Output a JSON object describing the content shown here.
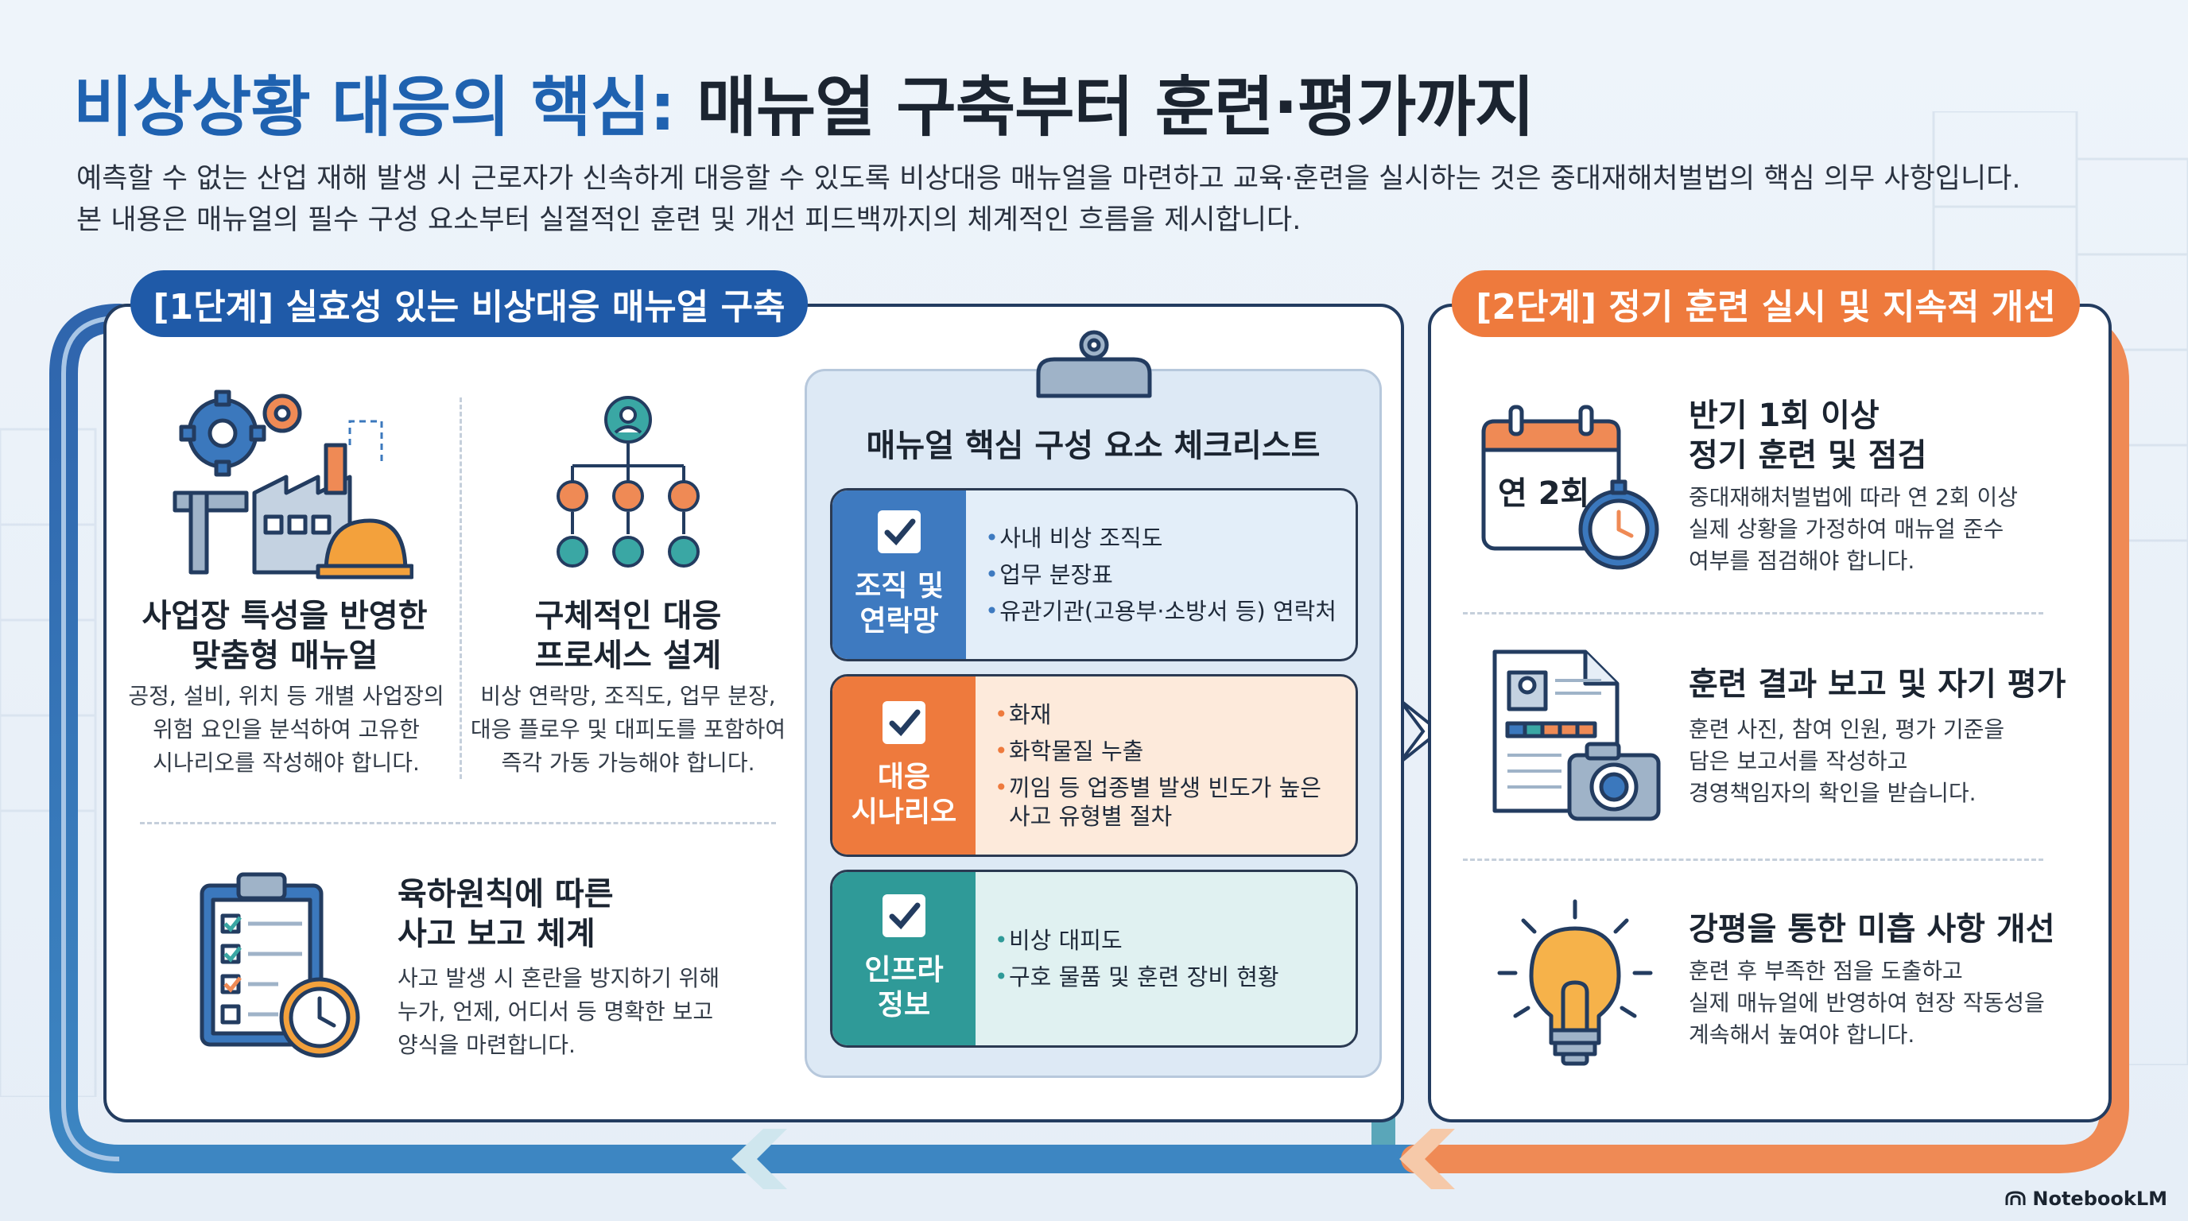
{
  "title": {
    "part1": "비상상황 대응의 핵심:",
    "part2": " 매뉴얼 구축부터 훈련·평가까지"
  },
  "intro": [
    "예측할 수 없는 산업 재해 발생 시 근로자가 신속하게 대응할 수 있도록 비상대응 매뉴얼을 마련하고 교육·훈련을 실시하는 것은 중대재해처벌법의 핵심 의무 사항입니다.",
    "본 내용은 매뉴얼의 필수 구성 요소부터 실절적인 훈련 및 개선 피드백까지의 체계적인 흐름을 제시합니다."
  ],
  "stage1": {
    "label": "[1단계] 실효성 있는 비상대응 매뉴얼 구축",
    "features": [
      {
        "icon": "factory-gears-icon",
        "title": [
          "사업장 특성을 반영한",
          "맞춤형 매뉴얼"
        ],
        "desc": [
          "공정, 설비, 위치 등 개별 사업장의",
          "위험 요인을 분석하여 고유한",
          "시나리오를 작성해야 합니다."
        ]
      },
      {
        "icon": "org-chart-icon",
        "title": [
          "구체적인 대응",
          "프로세스 설계"
        ],
        "desc": [
          "비상 연락망, 조직도, 업무 분장,",
          "대응 플로우 및 대피도를 포함하여",
          "즉각 가동 가능해야 합니다."
        ]
      },
      {
        "icon": "clipboard-clock-icon",
        "title": [
          "육하원칙에 따른",
          "사고 보고 체계"
        ],
        "desc": [
          "사고 발생 시 혼란을 방지하기 위해",
          "누가, 언제, 어디서 등 명확한 보고",
          "양식을 마련합니다."
        ]
      }
    ],
    "checklist": {
      "title": "매뉴얼 핵심 구성 요소 체크리스트",
      "rows": [
        {
          "tab": [
            "조직 및",
            "연락망"
          ],
          "color": "#3e7ac0",
          "bg": "#e3eef9",
          "items": [
            "사내 비상 조직도",
            "업무 분장표",
            "유관기관(고용부·소방서 등) 연락처"
          ]
        },
        {
          "tab": [
            "대응",
            "시나리오"
          ],
          "color": "#ee7a3d",
          "bg": "#fdeadb",
          "items": [
            "화재",
            "화학물질 누출",
            "끼임 등 업종별 발생 빈도가 높은",
            "사고 유형별 절차"
          ]
        },
        {
          "tab": [
            "인프라",
            "정보"
          ],
          "color": "#2f9a98",
          "bg": "#e0f1f1",
          "items": [
            "비상 대피도",
            "구호 물품 및 훈련 장비 현황"
          ]
        }
      ]
    }
  },
  "stage2": {
    "label": "[2단계] 정기 훈련 실시 및 지속적 개선",
    "calendar_text": "연 2회",
    "items": [
      {
        "icon": "calendar-stopwatch-icon",
        "title": [
          "반기 1회 이상",
          "정기 훈련 및 점검"
        ],
        "desc": [
          "중대재해처벌법에 따라 연 2회 이상",
          "실제 상황을 가정하여 매뉴얼 준수",
          "여부를 점검해야 합니다."
        ]
      },
      {
        "icon": "report-camera-icon",
        "title": [
          "훈련 결과 보고 및 자기 평가"
        ],
        "desc": [
          "훈련 사진, 참여 인원, 평가 기준을",
          "담은 보고서를 작성하고",
          "경영책임자의 확인을 받습니다."
        ]
      },
      {
        "icon": "lightbulb-icon",
        "title": [
          "강평을 통한 미흡 사항 개선"
        ],
        "desc": [
          "훈련 후 부족한 점을 도출하고",
          "실제 매뉴얼에 반영하여 현장 작동성을",
          "계속해서 높여야 합니다."
        ]
      }
    ]
  },
  "brand": "NotebookLM",
  "colors": {
    "primary_blue": "#1f5aa8",
    "accent_orange": "#ee7a3d",
    "teal": "#2f9a98",
    "dark_navy": "#233c60"
  }
}
